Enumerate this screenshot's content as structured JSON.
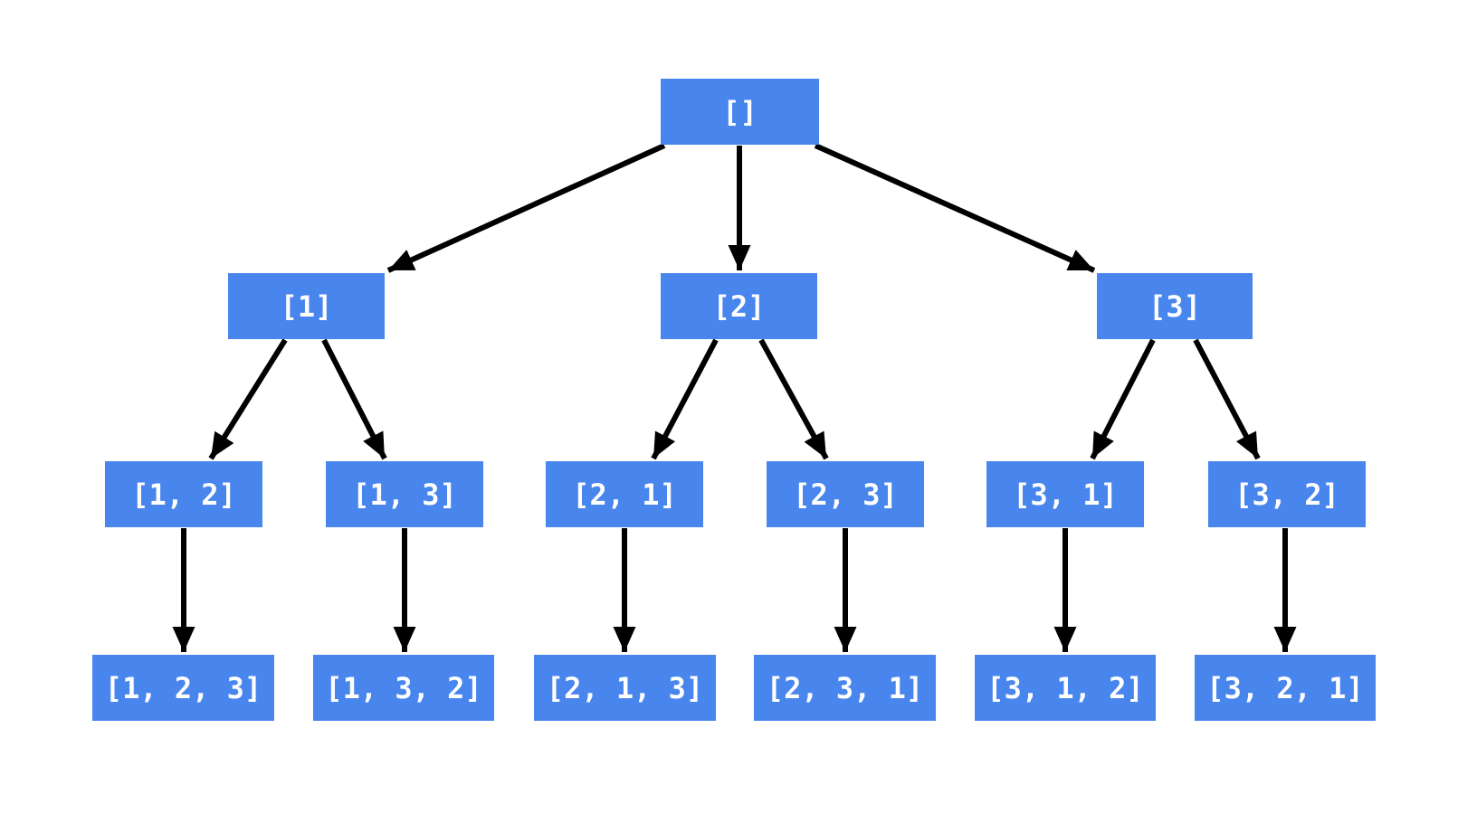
{
  "diagram": {
    "type": "tree",
    "colors": {
      "node_fill": "#4885ED",
      "node_text": "#FFFFFF",
      "edge": "#000000",
      "background": "#FFFFFF"
    },
    "nodes": [
      {
        "id": "root",
        "label": "[]",
        "level": 0
      },
      {
        "id": "n-1",
        "label": "[1]",
        "level": 1
      },
      {
        "id": "n-2",
        "label": "[2]",
        "level": 1
      },
      {
        "id": "n-3",
        "label": "[3]",
        "level": 1
      },
      {
        "id": "n-1-2",
        "label": "[1, 2]",
        "level": 2
      },
      {
        "id": "n-1-3",
        "label": "[1, 3]",
        "level": 2
      },
      {
        "id": "n-2-1",
        "label": "[2, 1]",
        "level": 2
      },
      {
        "id": "n-2-3",
        "label": "[2, 3]",
        "level": 2
      },
      {
        "id": "n-3-1",
        "label": "[3, 1]",
        "level": 2
      },
      {
        "id": "n-3-2",
        "label": "[3, 2]",
        "level": 2
      },
      {
        "id": "n-1-2-3",
        "label": "[1, 2, 3]",
        "level": 3
      },
      {
        "id": "n-1-3-2",
        "label": "[1, 3, 2]",
        "level": 3
      },
      {
        "id": "n-2-1-3",
        "label": "[2, 1, 3]",
        "level": 3
      },
      {
        "id": "n-2-3-1",
        "label": "[2, 3, 1]",
        "level": 3
      },
      {
        "id": "n-3-1-2",
        "label": "[3, 1, 2]",
        "level": 3
      },
      {
        "id": "n-3-2-1",
        "label": "[3, 2, 1]",
        "level": 3
      }
    ],
    "edges": [
      {
        "from": "[]",
        "to": "[1]"
      },
      {
        "from": "[]",
        "to": "[2]"
      },
      {
        "from": "[]",
        "to": "[3]"
      },
      {
        "from": "[1]",
        "to": "[1, 2]"
      },
      {
        "from": "[1]",
        "to": "[1, 3]"
      },
      {
        "from": "[2]",
        "to": "[2, 1]"
      },
      {
        "from": "[2]",
        "to": "[2, 3]"
      },
      {
        "from": "[3]",
        "to": "[3, 1]"
      },
      {
        "from": "[3]",
        "to": "[3, 2]"
      },
      {
        "from": "[1, 2]",
        "to": "[1, 2, 3]"
      },
      {
        "from": "[1, 3]",
        "to": "[1, 3, 2]"
      },
      {
        "from": "[2, 1]",
        "to": "[2, 1, 3]"
      },
      {
        "from": "[2, 3]",
        "to": "[2, 3, 1]"
      },
      {
        "from": "[3, 1]",
        "to": "[3, 1, 2]"
      },
      {
        "from": "[3, 2]",
        "to": "[3, 2, 1]"
      }
    ]
  }
}
